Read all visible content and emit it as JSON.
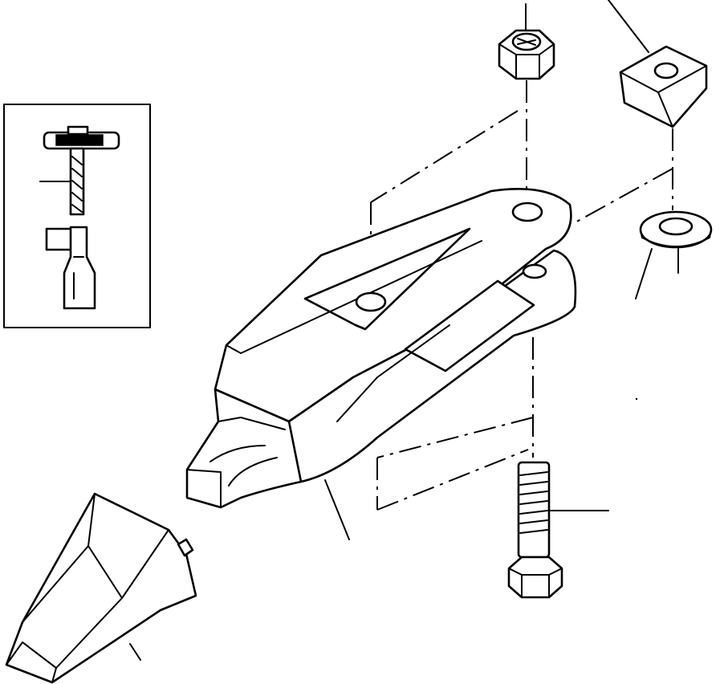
{
  "diagram": {
    "type": "exploded-parts-view",
    "parts": [
      {
        "id": "inset-tool",
        "icon": "tooth-removal-tool"
      },
      {
        "id": "lock-nut",
        "icon": "hex-nut"
      },
      {
        "id": "square-spacer",
        "icon": "square-block"
      },
      {
        "id": "washer",
        "icon": "flat-washer"
      },
      {
        "id": "adapter",
        "icon": "tooth-adapter"
      },
      {
        "id": "bolt",
        "icon": "hex-bolt"
      },
      {
        "id": "tooth-point",
        "icon": "bucket-tooth"
      }
    ],
    "colors": {
      "ink": "#000000",
      "paper": "#ffffff"
    }
  }
}
